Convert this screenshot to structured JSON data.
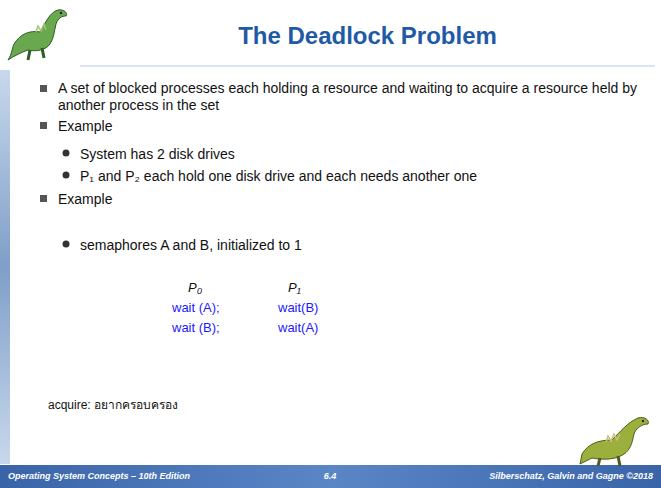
{
  "diagram": {
    "title": "The Deadlock Problem",
    "labels": [
      "A set of blocked processes each holding a resource and waiting to acquire a resource held by another process in the set",
      "Example",
      "System has 2 disk drives",
      "P₁ and P₂ each hold one disk drive and each needs another one",
      "Example",
      "semaphores A and B, initialized to 1",
      "P₀",
      "P₁",
      "wait (A);",
      "wait(B)",
      "wait (B);",
      "wait(A)",
      "acquire: อยากครอบครอง",
      "Operating System Concepts – 10th Edition",
      "6.4",
      "Silberschatz, Galvin and Gagne ©2018"
    ]
  }
}
